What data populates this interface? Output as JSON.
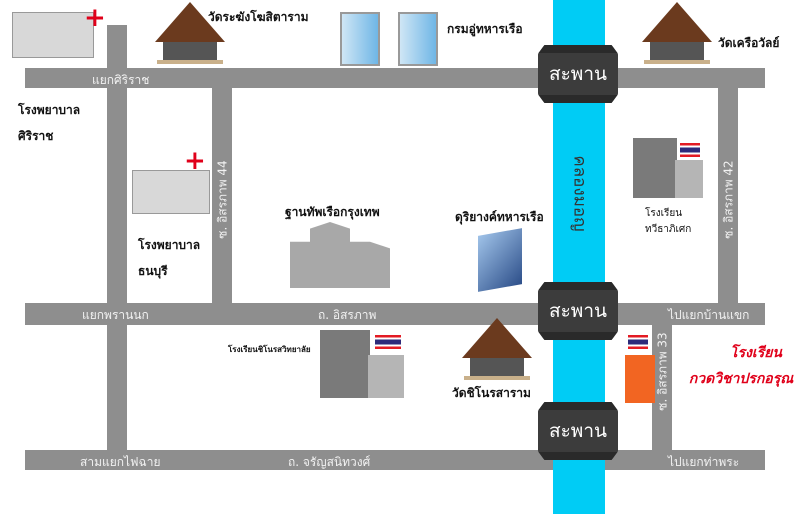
{
  "bridge_label": "สะพาน",
  "canal_label": "คลองมอญ",
  "roads": {
    "siriraj_junction": "แยกศิริราช",
    "phrannok_junction": "แยกพรานนก",
    "fai_chai_junction": "สามแยกไฟฉาย",
    "isaraphap_road": "ถ. อิสรภาพ",
    "charansanitwong_road": "ถ. จรัญสนิทวงศ์",
    "to_ban_khaek": "ไปแยกบ้านแขก",
    "to_tha_phra": "ไปแยกท่าพระ",
    "soi_44": "ซ. อิสรภาพ 44",
    "soi_42": "ซ. อิสรภาพ 42",
    "soi_33": "ซ. อิสรภาพ 33"
  },
  "places": {
    "siriraj_hospital": [
      "โรงพยาบาล",
      "ศิริราช"
    ],
    "wat_rakhang": "วัดระฆังโฆสิตาราม",
    "navy_dept": "กรมอู่ทหารเรือ",
    "wat_khruawan": "วัดเครือวัลย์",
    "thonburi_hospital": [
      "โรงพยาบาล",
      "ธนบุรี"
    ],
    "navy_base": "ฐานทัพเรือกรุงเทพ",
    "navy_band": "ดุริยางค์ทหารเรือ",
    "thawee_school": [
      "โรงเรียน",
      "ทวีธาภิเศก"
    ],
    "chinorot_school": "โรงเรียนชิโนรสวิทยาลัย",
    "wat_chinorot": "วัดชิโนรสาราม",
    "target_school": [
      "โรงเรียน",
      "กวดวิชาปรกอรุณ"
    ]
  },
  "colors": {
    "road": "#8e8e8e",
    "canal": "#00ccf5",
    "highlight": "#e0001a",
    "target_building": "#f26522"
  }
}
